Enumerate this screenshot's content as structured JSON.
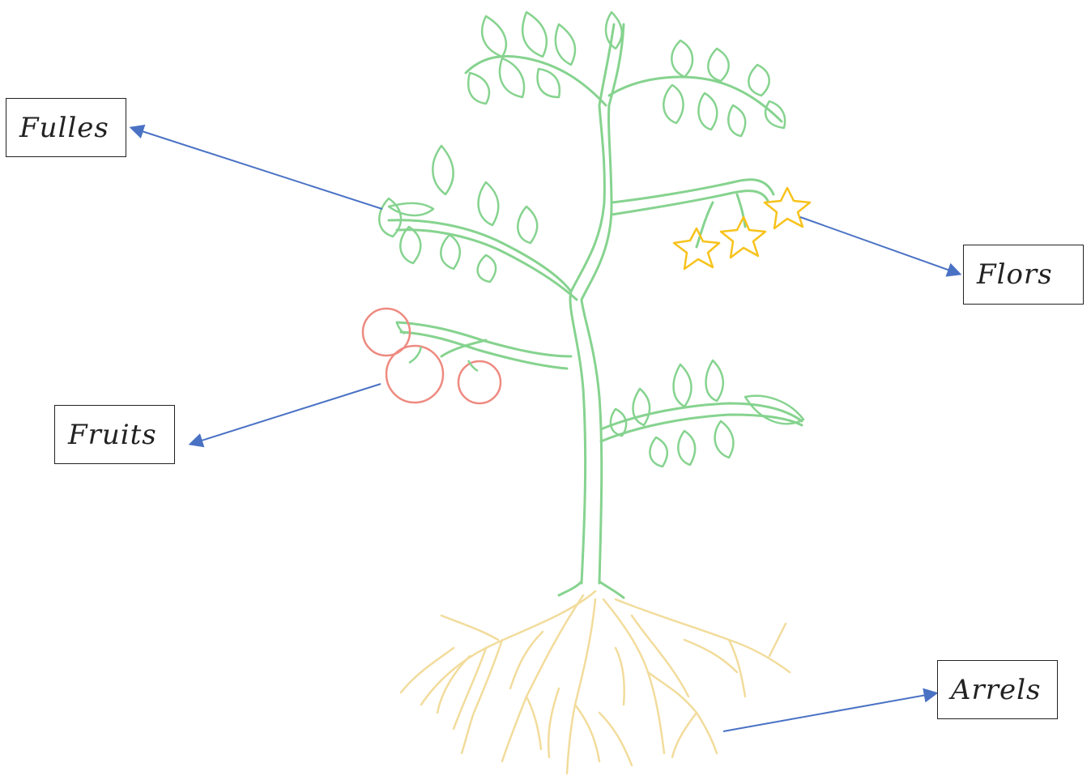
{
  "labels": {
    "leaves": "Fulles",
    "flowers": "Flors",
    "fruits": "Fruits",
    "roots": "Arrels"
  },
  "colors": {
    "stem": "#86d38f",
    "flower": "#f7c21b",
    "fruit": "#ee8a80",
    "root": "#f2dc9c",
    "arrow": "#4a72c4",
    "box_border": "#222222"
  }
}
